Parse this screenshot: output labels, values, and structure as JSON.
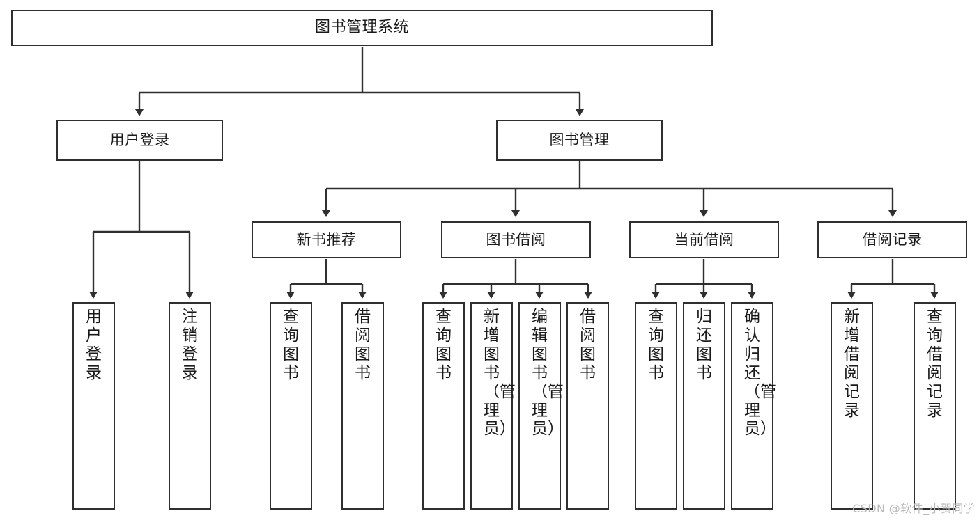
{
  "diagram": {
    "title": "图书管理系统",
    "watermark": "CSDN @软件_小贺同学",
    "colors": {
      "stroke": "#2f2f2f",
      "fill": "#ffffff",
      "text": "#1a1a1a",
      "watermark": "#b9b9b9"
    },
    "nodes": {
      "root": {
        "label": "图书管理系统"
      },
      "level2": [
        {
          "label": "用户登录"
        },
        {
          "label": "图书管理"
        }
      ],
      "level3": [
        {
          "label": "新书推荐"
        },
        {
          "label": "图书借阅"
        },
        {
          "label": "当前借阅"
        },
        {
          "label": "借阅记录"
        }
      ],
      "leaves": {
        "user_login": [
          {
            "label": "用户登录"
          },
          {
            "label": "注销登录"
          }
        ],
        "new_book": [
          {
            "label": "查询图书"
          },
          {
            "label": "借阅图书"
          }
        ],
        "borrow_book": [
          {
            "label": "查询图书"
          },
          {
            "label": "新增图书（管理员）"
          },
          {
            "label": "编辑图书（管理员）"
          },
          {
            "label": "借阅图书"
          }
        ],
        "current_borrow": [
          {
            "label": "查询图书"
          },
          {
            "label": "归还图书"
          },
          {
            "label": "确认归还（管理员）"
          }
        ],
        "borrow_record": [
          {
            "label": "新增借阅记录"
          },
          {
            "label": "查询借阅记录"
          }
        ]
      }
    }
  }
}
